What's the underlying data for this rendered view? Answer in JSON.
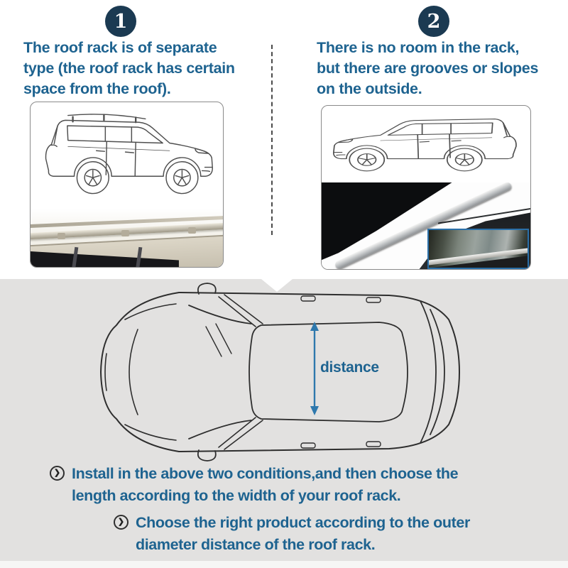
{
  "colors": {
    "heading_blue": "#1e6390",
    "badge_navy": "#1b3a52",
    "arrow_blue": "#2e78ad",
    "inset_border_blue": "#2a6fa8",
    "section_gray": "#e2e1e0"
  },
  "steps": [
    {
      "number": "1",
      "lines": [
        "The roof rack is of separate",
        "type (the roof rack has certain",
        "space from the roof)."
      ]
    },
    {
      "number": "2",
      "lines": [
        "There is no room in the rack,",
        "but there are grooves or slopes",
        "on the outside."
      ]
    }
  ],
  "diagram": {
    "distance_label": "distance"
  },
  "notes": [
    {
      "icon": "circled-right-arrow",
      "lines": [
        "Install in the above two conditions,and then choose the",
        "length according to the width of your roof rack."
      ]
    },
    {
      "icon": "circled-right-arrow",
      "lines": [
        "Choose the right product according to the outer",
        "diameter distance of the roof rack."
      ]
    }
  ],
  "icons": {
    "bullet_glyph": "❯"
  }
}
